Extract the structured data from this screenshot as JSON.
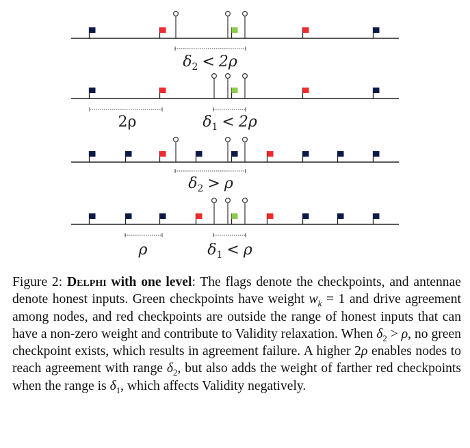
{
  "colors": {
    "blue": "#0b1a49",
    "red": "#f2292b",
    "green": "#8ecb4a",
    "line": "#222222"
  },
  "figure": {
    "rows": [
      {
        "flags": [
          {
            "c": "blue"
          },
          {
            "c": "red"
          },
          {
            "c": "green"
          },
          {
            "c": "red"
          },
          {
            "c": "blue"
          }
        ],
        "measure": {
          "sym": "δ",
          "sub": "2",
          "op": "<",
          "val": "2ρ"
        },
        "side_label": ""
      },
      {
        "flags": [
          {
            "c": "blue"
          },
          {
            "c": "red"
          },
          {
            "c": "green"
          },
          {
            "c": "red"
          },
          {
            "c": "blue"
          }
        ],
        "measure": {
          "sym": "δ",
          "sub": "1",
          "op": "<",
          "val": "2ρ"
        },
        "side_label": "2ρ"
      },
      {
        "flags": [
          {
            "c": "blue"
          },
          {
            "c": "blue"
          },
          {
            "c": "red"
          },
          {
            "c": "blue"
          },
          {
            "c": "blue"
          },
          {
            "c": "red"
          },
          {
            "c": "blue"
          },
          {
            "c": "blue"
          },
          {
            "c": "blue"
          }
        ],
        "measure": {
          "sym": "δ",
          "sub": "2",
          "op": ">",
          "val": "ρ"
        },
        "side_label": ""
      },
      {
        "flags": [
          {
            "c": "blue"
          },
          {
            "c": "blue"
          },
          {
            "c": "blue"
          },
          {
            "c": "red"
          },
          {
            "c": "green"
          },
          {
            "c": "red"
          },
          {
            "c": "blue"
          },
          {
            "c": "blue"
          },
          {
            "c": "blue"
          }
        ],
        "measure": {
          "sym": "δ",
          "sub": "1",
          "op": "<",
          "val": "ρ"
        },
        "side_label": "ρ"
      }
    ]
  },
  "caption": {
    "fig_label": "Figure 2: ",
    "name": "Delphi",
    "bold_rest": " with one level",
    "text1": ": The flags denote the checkpoints, and antennae denote honest inputs. Green checkpoints have weight ",
    "wk_sym": "w",
    "wk_sub": "k",
    "text2": " = 1 and drive agreement among nodes, and red checkpoints are outside the range of honest inputs that can have a non-zero weight and contribute to Validity relaxation. When ",
    "d2a": "δ",
    "d2a_sub": "2",
    "text3": " > ",
    "rho1": "ρ",
    "text4": ", no green checkpoint exists, which results in agreement failure. A higher 2",
    "rho2": "ρ",
    "text5": " enables nodes to reach agreement with range ",
    "d2b": "δ",
    "d2b_sub": "2",
    "text6": ", but also adds the weight of farther red checkpoints when the range is ",
    "d1": "δ",
    "d1_sub": "1",
    "text7": ", which affects Validity negatively."
  }
}
